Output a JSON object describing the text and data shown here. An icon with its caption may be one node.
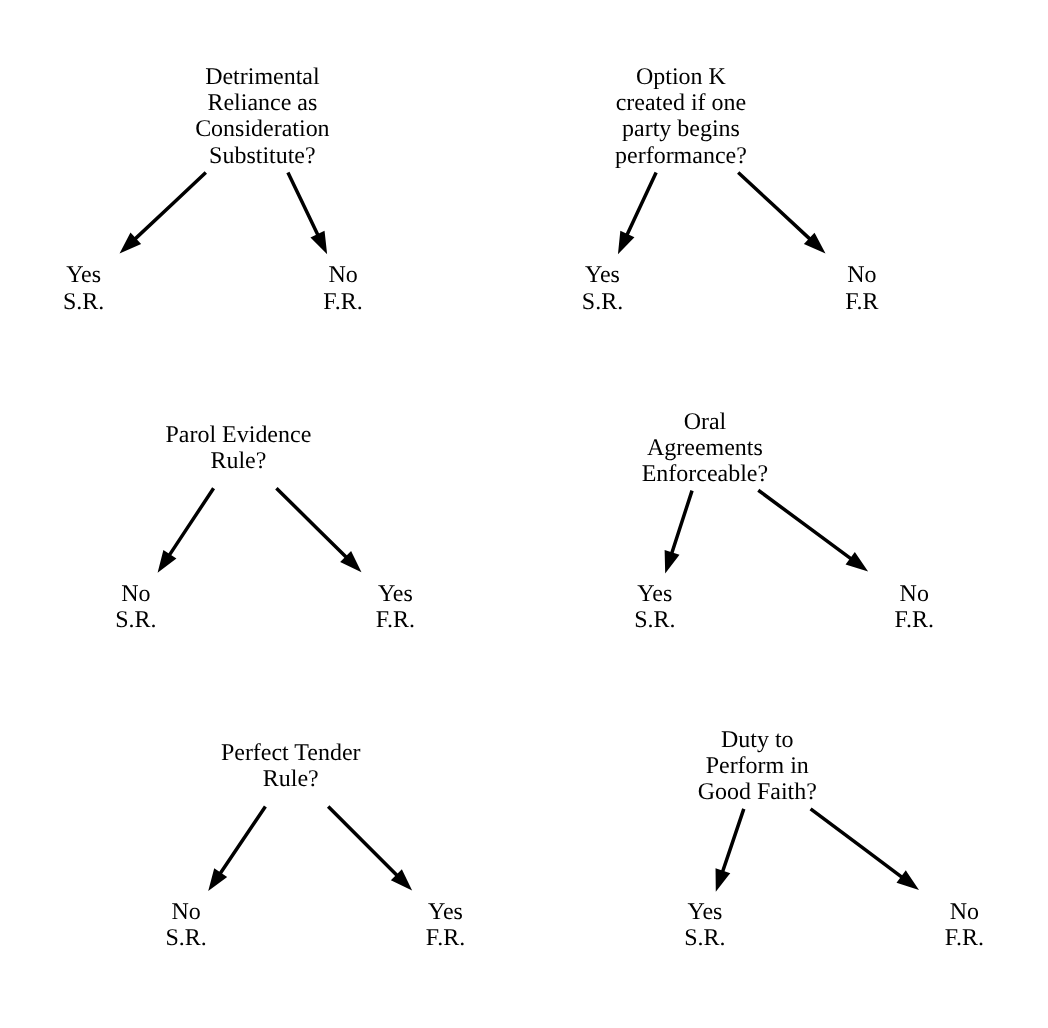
{
  "diagram": {
    "nodes": [
      {
        "text": [
          "Detrimental Reliance as Consideration Substitute?"
        ]
      },
      {
        "text": [
          "Yes",
          "S.R."
        ]
      },
      {
        "text": [
          "No",
          "F.R."
        ]
      },
      {
        "text": [
          "Option K created if one party begins performance?"
        ]
      },
      {
        "text": [
          "Yes",
          "S.R."
        ]
      },
      {
        "text": [
          "No",
          "F.R"
        ]
      },
      {
        "text": [
          "Parol Evidence Rule?"
        ]
      },
      {
        "text": [
          "No",
          "S.R."
        ]
      },
      {
        "text": [
          "Yes",
          "F.R."
        ]
      },
      {
        "text": [
          "Oral Agreements Enforceable?"
        ]
      },
      {
        "text": [
          "Yes",
          "S.R."
        ]
      },
      {
        "text": [
          "No",
          "F.R."
        ]
      },
      {
        "text": [
          "Perfect Tender Rule?"
        ]
      },
      {
        "text": [
          "No",
          "S.R."
        ]
      },
      {
        "text": [
          "Yes",
          "F.R."
        ]
      },
      {
        "text": [
          "Duty to Perform in Good Faith?"
        ]
      },
      {
        "text": [
          "Yes",
          "S.R."
        ]
      },
      {
        "text": [
          "No",
          "F.R."
        ]
      }
    ],
    "edges": [
      {
        "from": 0,
        "to": 1,
        "arrow": "to"
      },
      {
        "from": 0,
        "to": 2,
        "arrow": "to"
      },
      {
        "from": 3,
        "to": 4,
        "arrow": "to"
      },
      {
        "from": 3,
        "to": 5,
        "arrow": "to"
      },
      {
        "from": 6,
        "to": 7,
        "arrow": "to"
      },
      {
        "from": 6,
        "to": 8,
        "arrow": "to"
      },
      {
        "from": 9,
        "to": 10,
        "arrow": "to"
      },
      {
        "from": 9,
        "to": 11,
        "arrow": "to"
      },
      {
        "from": 12,
        "to": 13,
        "arrow": "to"
      },
      {
        "from": 12,
        "to": 14,
        "arrow": "to"
      },
      {
        "from": 15,
        "to": 16,
        "arrow": "to"
      },
      {
        "from": 15,
        "to": 17,
        "arrow": "to"
      }
    ]
  }
}
